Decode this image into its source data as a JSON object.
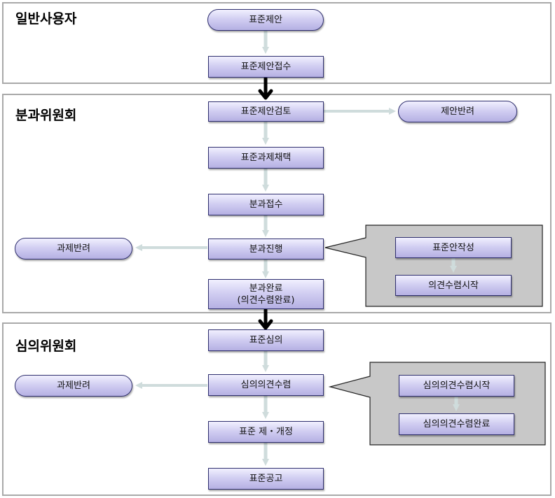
{
  "lanes": {
    "user": {
      "title": "일반사용자"
    },
    "subcommittee": {
      "title": "분과위원회"
    },
    "council": {
      "title": "심의위원회"
    }
  },
  "nodes": {
    "proposal": "표준제안",
    "proposal_receipt": "표준제안접수",
    "proposal_review": "표준제안검토",
    "proposal_return": "제안반려",
    "task_adoption": "표준과제채택",
    "sub_receipt": "분과접수",
    "sub_progress": "분과진행",
    "task_return_1": "과제반려",
    "sub_complete": "분과완료\n(의견수렴완료)",
    "draft_write": "표준안작성",
    "opinion_start": "의견수렴시작",
    "std_review": "표준심의",
    "review_opinion": "심의의견수렴",
    "task_return_2": "과제반려",
    "std_revision": "표준 제・개정",
    "std_announce": "표준공고",
    "review_opinion_start": "심의의견수렴시작",
    "review_opinion_complete": "심의의견수렴완료"
  },
  "colors": {
    "box_border": "#2e2e6e",
    "box_fill_top": "#f1f0ff",
    "box_fill_bottom": "#b5b0e3",
    "connector": "#cfdcdc",
    "lane_border": "#a9a9a9",
    "callout_fill": "#c8c8c8",
    "heavy_arrow": "#000000"
  }
}
